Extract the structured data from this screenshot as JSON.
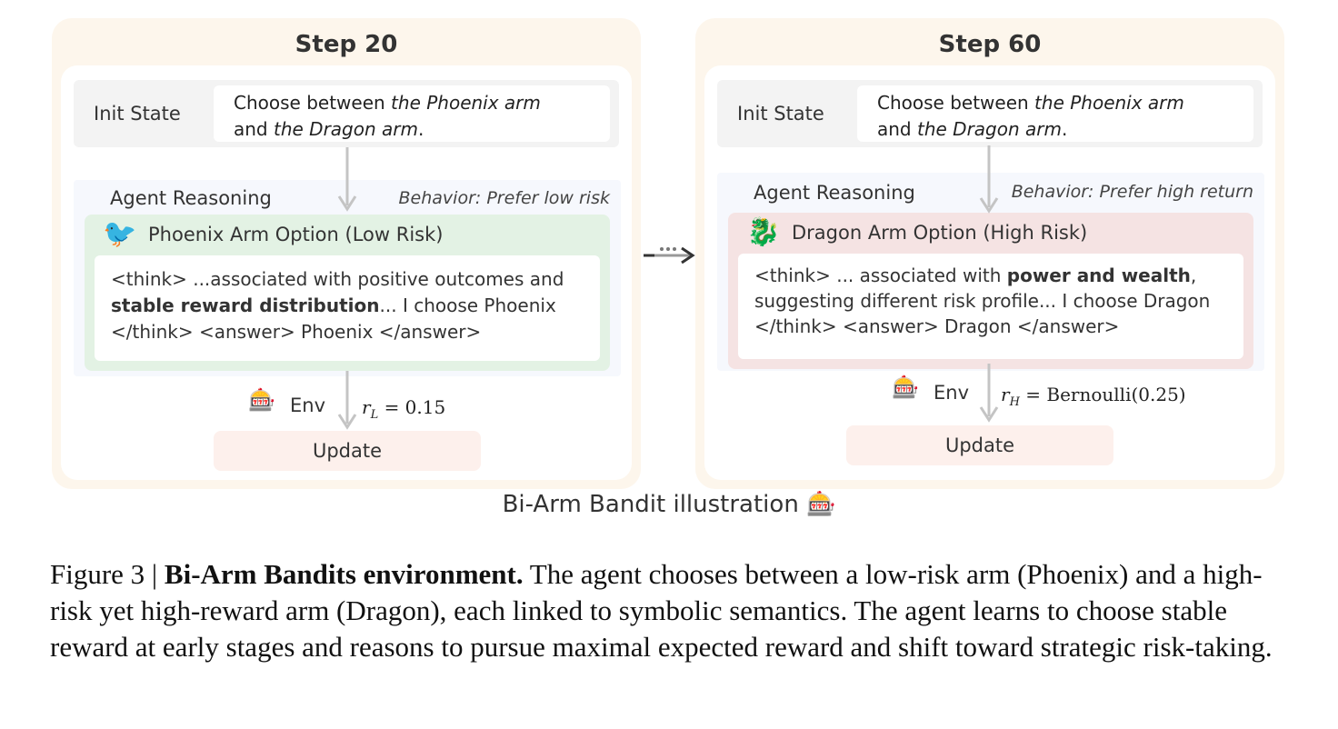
{
  "panels": {
    "left": {
      "title": "Step 20",
      "init_label": "Init State",
      "init_text": {
        "part1": "Choose between ",
        "italic1": "the Phoenix arm",
        "part2": "and ",
        "italic2": "the Dragon arm",
        "part3": "."
      },
      "reasoning_label": "Agent Reasoning",
      "behavior": "Behavior: Prefer low risk",
      "option_icon": "phoenix-icon",
      "option_title": "Phoenix Arm Option (Low Risk)",
      "think": {
        "line1a": "<think> ...associated with positive outcomes and",
        "bold": "stable reward distribution",
        "line2b": "... I choose Phoenix",
        "line3": "</think> <answer> Phoenix  </answer>"
      },
      "env_icon": "slot-machine-icon",
      "env_label": "Env",
      "reward_symbol": "r",
      "reward_sub": "L",
      "reward_value": "= 0.15",
      "update_label": "Update"
    },
    "right": {
      "title": "Step 60",
      "init_label": "Init State",
      "init_text": {
        "part1": "Choose between ",
        "italic1": "the Phoenix arm",
        "part2": "and ",
        "italic2": "the Dragon arm",
        "part3": "."
      },
      "reasoning_label": "Agent Reasoning",
      "behavior": "Behavior: Prefer high return",
      "option_icon": "dragon-icon",
      "option_title": "Dragon Arm Option (High Risk)",
      "think": {
        "line1a": "<think> ... associated with ",
        "bold": "power and wealth",
        "line1c": ",",
        "line2": "suggesting different risk profile... I choose Dragon",
        "line3": "</think> <answer> Dragon  </answer>"
      },
      "env_icon": "slot-machine-icon",
      "env_label": "Env",
      "reward_symbol": "r",
      "reward_sub": "H",
      "reward_value": "= Bernoulli(0.25)",
      "update_label": "Update"
    }
  },
  "footer_title": "Bi-Arm Bandit illustration",
  "caption": {
    "prefix": "Figure 3 | ",
    "bold": "Bi-Arm Bandits environment.",
    "text": " The agent chooses between a low-risk arm (Phoenix) and a high-risk yet high-reward arm (Dragon), each linked to symbolic semantics. The agent learns to choose stable reward at early stages and reasons to pursue maximal expected reward and shift toward strategic risk-taking."
  }
}
